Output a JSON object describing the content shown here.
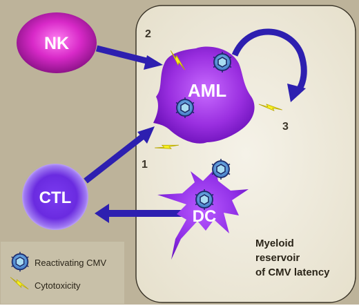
{
  "cells": {
    "nk": "NK",
    "aml": "AML",
    "ctl": "CTL",
    "dc": "DC"
  },
  "numbers": {
    "one": "1",
    "two": "2",
    "three": "3"
  },
  "reservoir_label": {
    "line1": "Myeloid",
    "line2": "reservoir",
    "line3": "of CMV latency"
  },
  "legend": {
    "cmv": "Reactivating CMV",
    "cytotoxicity": "Cytotoxicity"
  },
  "colors": {
    "background": "#bdb39a",
    "reservoir_box": "#f0ecdf",
    "arrow": "#2d1fb0",
    "cell_purple": "#9a2fe0",
    "nk_pink": "#d829c8",
    "bolt": "#f6ef22",
    "virus_blue": "#3f74c4"
  }
}
